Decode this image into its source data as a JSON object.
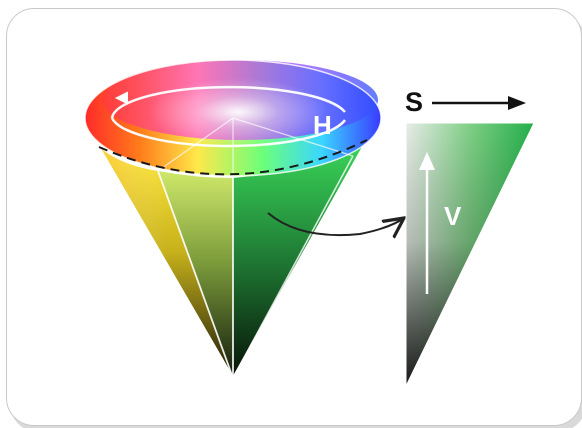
{
  "labels": {
    "hue": "H",
    "saturation": "S",
    "value": "V"
  },
  "colors": {
    "frame_border": "#c9c9c9",
    "frame_shadow": "#d9d9d9",
    "cone_outline": "#ffffff",
    "arrow_dark": "#222222",
    "triangle_green": "#22b04a",
    "triangle_dark": "#0a1a0c",
    "hue_label": "#ffffff",
    "value_label": "#ffffff",
    "saturation_label": "#111111"
  }
}
